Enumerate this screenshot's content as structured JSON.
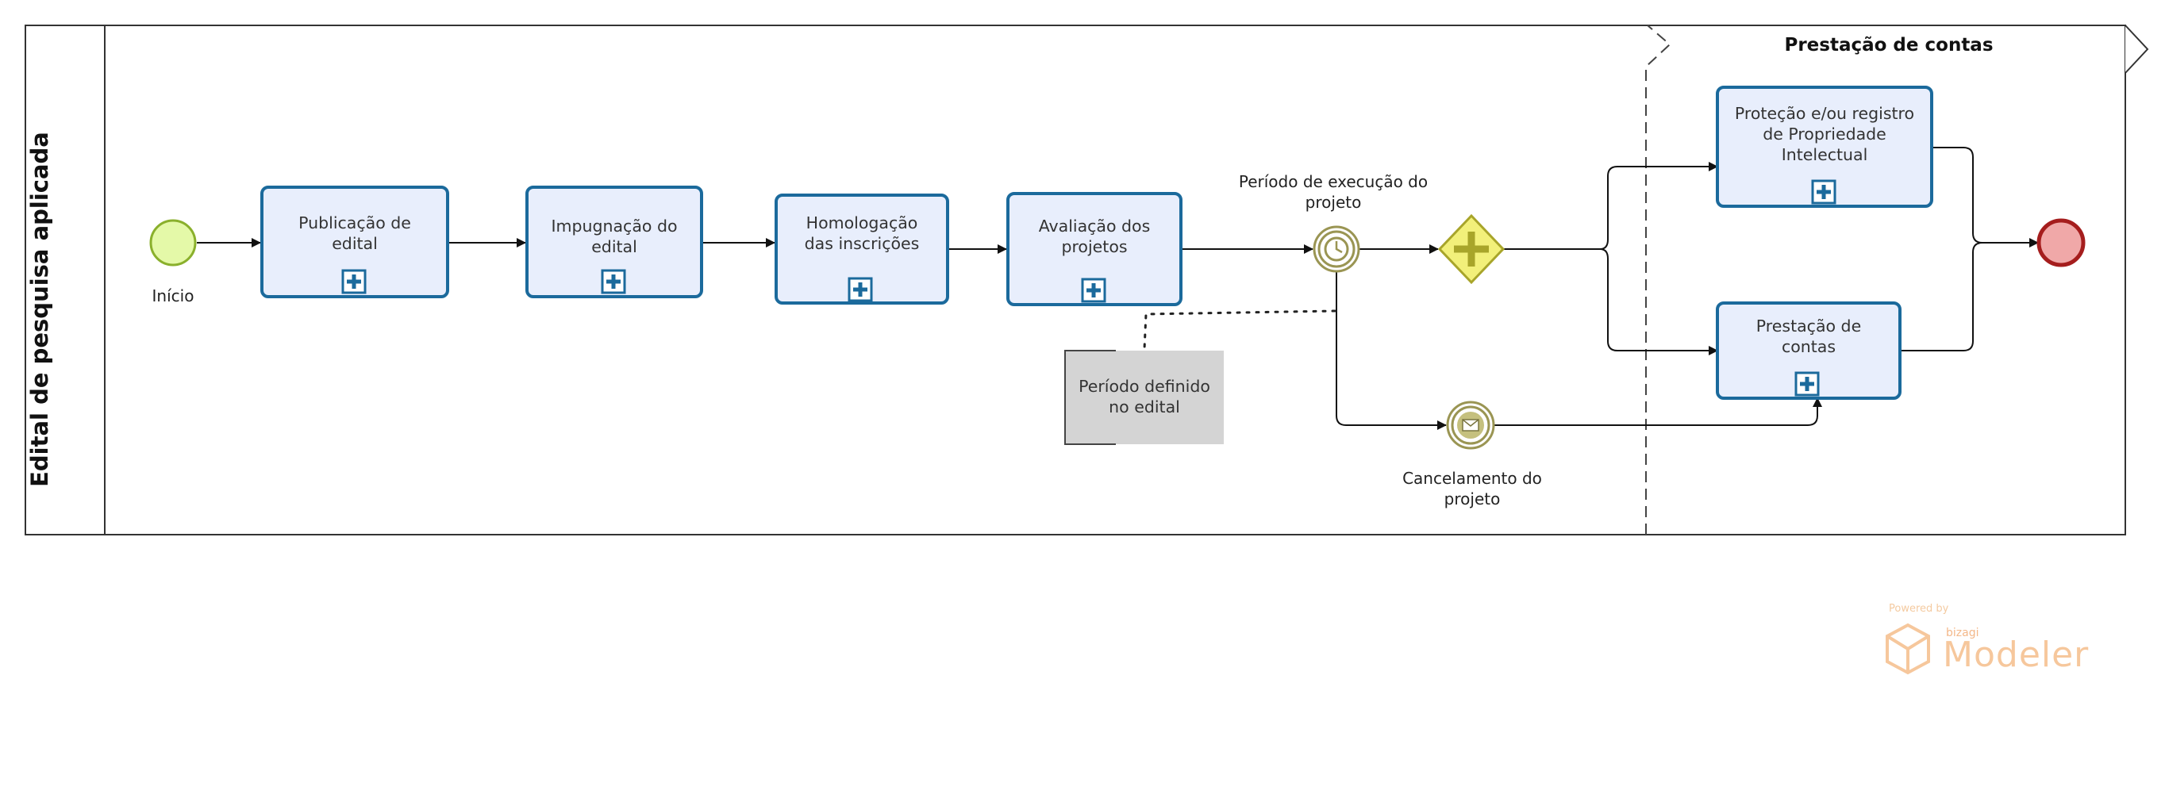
{
  "pool": {
    "title": "Edital de pesquisa aplicada"
  },
  "phase": {
    "title": "Prestação de contas"
  },
  "events": {
    "start_label": "Início",
    "timer_label_line1": "Período de execução do",
    "timer_label_line2": "projeto",
    "message_label_line1": "Cancelamento do",
    "message_label_line2": "projeto"
  },
  "tasks": {
    "publicacao": {
      "line1": "Publicação de",
      "line2": "edital"
    },
    "impugnacao": {
      "line1": "Impugnação do",
      "line2": "edital"
    },
    "homologacao": {
      "line1": "Homologação",
      "line2": "das inscrições"
    },
    "avaliacao": {
      "line1": "Avaliação dos",
      "line2": "projetos"
    },
    "protecao": {
      "line1": "Proteção e/ou registro",
      "line2": "de Propriedade",
      "line3": "Intelectual"
    },
    "prestacao": {
      "line1": "Prestação de",
      "line2": "contas"
    }
  },
  "annotation": {
    "line1": "Período definido",
    "line2": "no edital"
  },
  "watermark": {
    "powered_by": "Powered by",
    "brand": "bizagi",
    "product": "Modeler"
  },
  "colors": {
    "task_fill": "#e8eefc",
    "task_stroke": "#1b6a9c",
    "start_fill": "#e4f9a8",
    "start_stroke": "#8ab02c",
    "end_fill": "#f0a8a8",
    "end_stroke": "#a51d1d",
    "gateway_fill": "#f2f07a",
    "gateway_stroke": "#a8a52a",
    "intermediate_stroke": "#9a9553",
    "annotation_fill": "#d4d4d4"
  }
}
